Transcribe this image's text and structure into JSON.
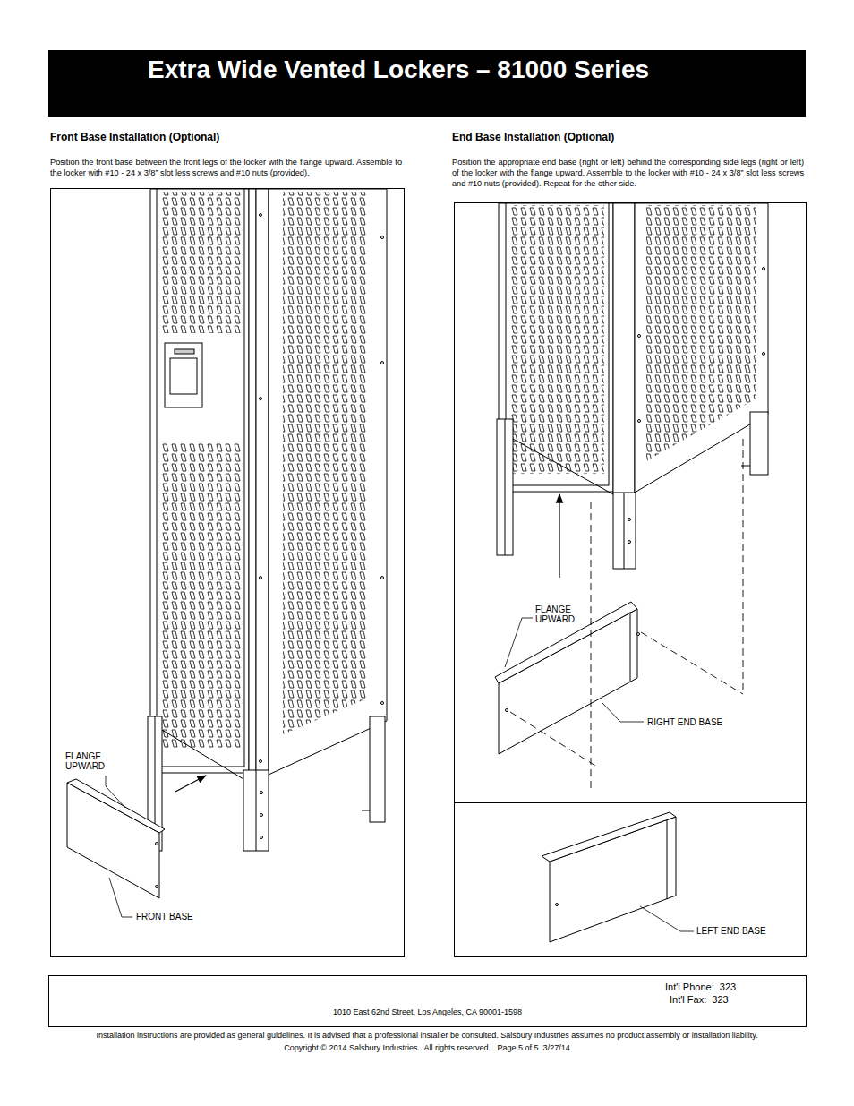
{
  "diagram": {
    "title": "Extra Wide Vented Lockers – 81000 Series",
    "nodes": [
      {
        "text": [
          "FLANGE UPWARD",
          "FRONT BASE"
        ]
      },
      {
        "text": [
          "FLANGE UPWARD",
          "RIGHT END BASE"
        ]
      },
      {
        "text": [
          "LEFT END BASE"
        ]
      },
      {
        "text": [
          "Int'l Phone:  323",
          "Int'l Fax:  323",
          "1010 East 62nd Street, Los Angeles, CA 90001-1598"
        ]
      }
    ],
    "labels": [
      "Front Base Installation (Optional)",
      "Position the front base between the front legs of the locker with the flange upward. Assemble to the locker with #10 - 24 x 3/8” slot less screws and #10 nuts (provided).",
      "End Base Installation (Optional)",
      "Position the appropriate end base (right or left) behind the corresponding side legs (right or left) of the locker with the flange upward.  Assemble to the locker with #10 - 24 x 3/8” slot less screws and #10 nuts (provided).  Repeat for the other side.",
      "Installation instructions are provided as general guidelines. It is advised that a professional installer be consulted. Salsbury Industries assumes no product assembly or installation liability.",
      "Copyright © 2014 Salsbury Industries.  All rights reserved.   Page 5 of 5  3/27/14"
    ]
  }
}
